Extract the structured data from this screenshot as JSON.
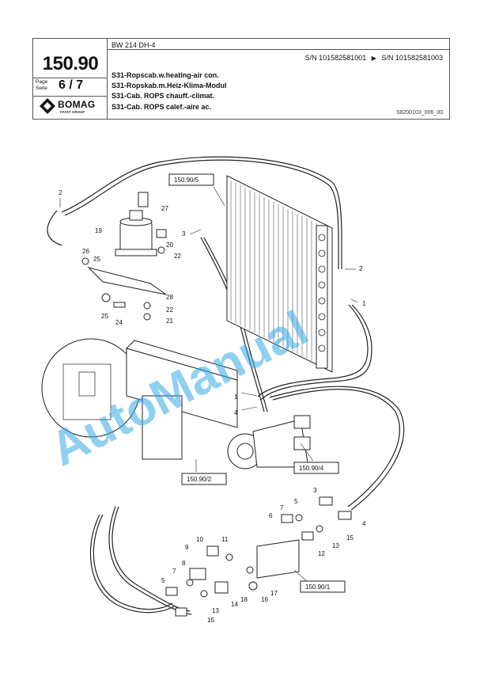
{
  "header": {
    "model": "BW 214 DH-4",
    "page_number": "150.90",
    "page_label_1": "Page",
    "page_label_2": "Seite",
    "page_fraction": "6 / 7",
    "serial_from": "S/N 101582581001",
    "serial_arrow": "▶",
    "serial_to": "S/N 101582581003",
    "titles": [
      "S31-Ropscab.w.heating-air con.",
      "S31-Ropskab.m.Heiz-Klima-Modul",
      "S31-Cab. ROPS chauff.-climat.",
      "S31-Cab. ROPS calef.-aire ac."
    ],
    "doc_id": "58200103_006_00",
    "logo": {
      "text": "BOMAG",
      "sub": "FAYAT GROUP"
    }
  },
  "drawing": {
    "refs": [
      "150.90/5",
      "150.90/2",
      "150.90/4",
      "150.90/1"
    ],
    "callouts": [
      "2",
      "27",
      "19",
      "3",
      "20",
      "22",
      "26",
      "25",
      "28",
      "22",
      "25",
      "24",
      "21",
      "2",
      "1",
      "1",
      "4",
      "3",
      "7",
      "5",
      "6",
      "4",
      "15",
      "13",
      "10",
      "9",
      "11",
      "8",
      "12",
      "7",
      "5",
      "14",
      "13",
      "18",
      "16",
      "17",
      "15"
    ]
  },
  "watermark": "AutoManual"
}
